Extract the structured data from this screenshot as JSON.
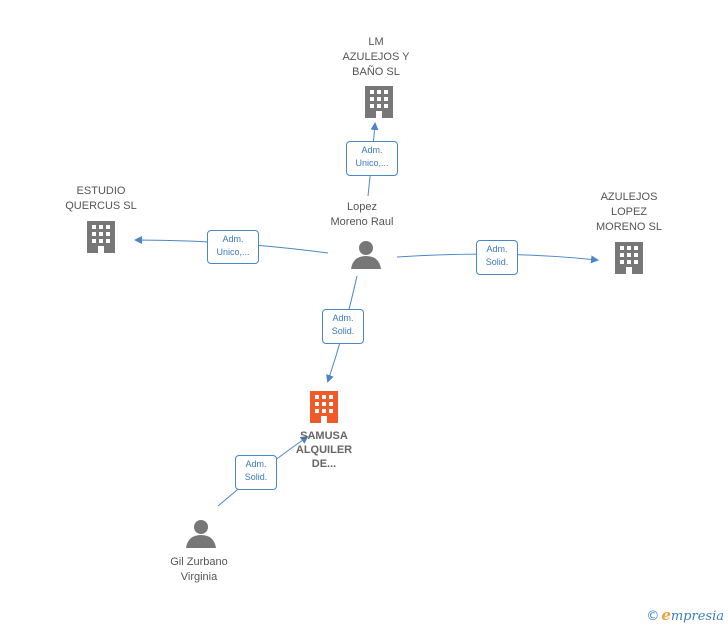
{
  "nodes": {
    "lm_azulejos": {
      "label": [
        "LM",
        "AZULEJOS Y",
        "BAÑO  SL"
      ]
    },
    "estudio_quercus": {
      "label": [
        "ESTUDIO",
        "QUERCUS  SL"
      ]
    },
    "azulejos_lopez": {
      "label": [
        "AZULEJOS",
        "LOPEZ",
        "MORENO SL"
      ]
    },
    "lopez_moreno": {
      "label": [
        "Lopez",
        "Moreno Raul"
      ]
    },
    "samusa": {
      "label": [
        "SAMUSA",
        "ALQUILER",
        "DE..."
      ]
    },
    "gil_zurbano": {
      "label": [
        "Gil Zurbano",
        "Virginia"
      ]
    }
  },
  "edges": {
    "to_lm": {
      "label": [
        "Adm.",
        "Unico,..."
      ]
    },
    "to_estudio": {
      "label": [
        "Adm.",
        "Unico,..."
      ]
    },
    "to_azulejos": {
      "label": [
        "Adm.",
        "Solid."
      ]
    },
    "to_samusa_lopez": {
      "label": [
        "Adm.",
        "Solid."
      ]
    },
    "to_samusa_gil": {
      "label": [
        "Adm.",
        "Solid."
      ]
    }
  },
  "colors": {
    "edge": "#4a86c8",
    "building": "#777777",
    "building_main": "#f05a28",
    "person": "#777777"
  },
  "footer": {
    "copyright": "©",
    "brand_initial": "e",
    "brand_rest": "mpresia"
  }
}
